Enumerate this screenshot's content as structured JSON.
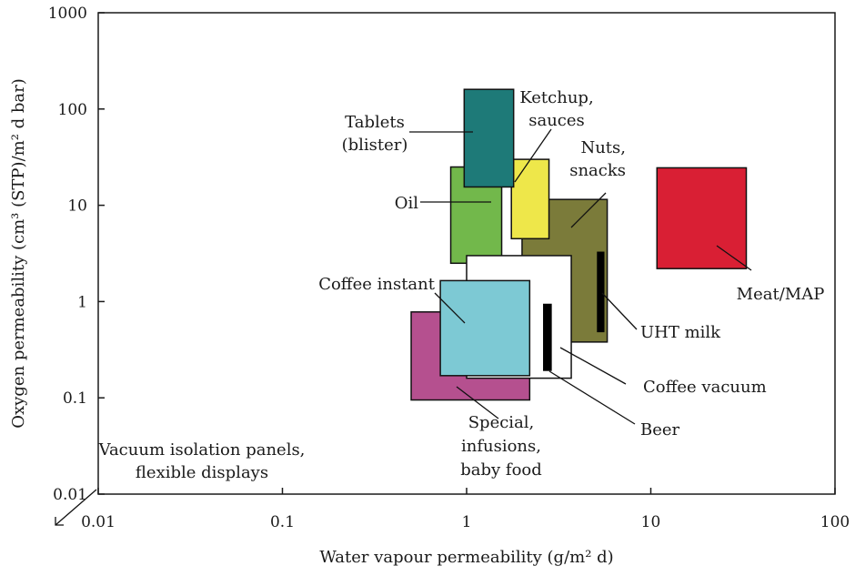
{
  "chart_data": {
    "type": "scatter",
    "xlabel": "Water vapour permeability (g/m² d)",
    "ylabel": "Oxygen permeability (cm³ (STP)/m² d bar)",
    "xscale": "log",
    "yscale": "log",
    "xlim": [
      0.01,
      100
    ],
    "ylim": [
      0.01,
      1000
    ],
    "xticks": [
      "0.01",
      "0.1",
      "1",
      "10",
      "100"
    ],
    "yticks": [
      "0.01",
      "0.1",
      "1",
      "10",
      "100",
      "1000"
    ],
    "grid": false,
    "regions": [
      {
        "name": "Special, infusions, baby food",
        "x": [
          0.5,
          2.2
        ],
        "y": [
          0.095,
          0.78
        ],
        "color": "#b5508f"
      },
      {
        "name": "Nuts, snacks",
        "x": [
          2.0,
          5.8
        ],
        "y": [
          0.38,
          11.5
        ],
        "color": "#7b7b3a"
      },
      {
        "name": "Ketchup, sauces",
        "x": [
          1.75,
          2.8
        ],
        "y": [
          4.5,
          30
        ],
        "color": "#eee74a"
      },
      {
        "name": "Oil",
        "x": [
          0.82,
          1.55
        ],
        "y": [
          2.5,
          25
        ],
        "color": "#72b84b"
      },
      {
        "name": "Coffee vacuum",
        "x": [
          1.0,
          3.7
        ],
        "y": [
          0.16,
          3.0
        ],
        "color": "#ffffff"
      },
      {
        "name": "Coffee instant",
        "x": [
          0.72,
          2.2
        ],
        "y": [
          0.17,
          1.65
        ],
        "color": "#7dc9d4"
      },
      {
        "name": "Tablets (blister)",
        "x": [
          0.97,
          1.8
        ],
        "y": [
          15.5,
          160
        ],
        "color": "#1e7a78"
      },
      {
        "name": "Meat/MAP",
        "x": [
          10.8,
          33
        ],
        "y": [
          2.2,
          24.5
        ],
        "color": "#d91f34"
      },
      {
        "name": "UHT milk",
        "x": [
          5.1,
          5.6
        ],
        "y": [
          0.48,
          3.3
        ],
        "color": "#000000"
      },
      {
        "name": "Beer",
        "x": [
          2.6,
          2.9
        ],
        "y": [
          0.19,
          0.95
        ],
        "color": "#000000"
      }
    ],
    "annotations": {
      "special": [
        "Special,",
        "infusions,",
        "baby food"
      ],
      "nuts": [
        "Nuts,",
        "snacks"
      ],
      "ketchup": [
        "Ketchup,",
        "sauces"
      ],
      "oil": [
        "Oil"
      ],
      "coffee_vacuum": [
        "Coffee vacuum"
      ],
      "coffee_instant": [
        "Coffee instant"
      ],
      "tablets": [
        "Tablets",
        "(blister)"
      ],
      "meat": [
        "Meat/MAP"
      ],
      "uht": [
        "UHT milk"
      ],
      "beer": [
        "Beer"
      ],
      "vacuum_panels": [
        "Vacuum isolation panels,",
        "flexible displays"
      ]
    }
  }
}
